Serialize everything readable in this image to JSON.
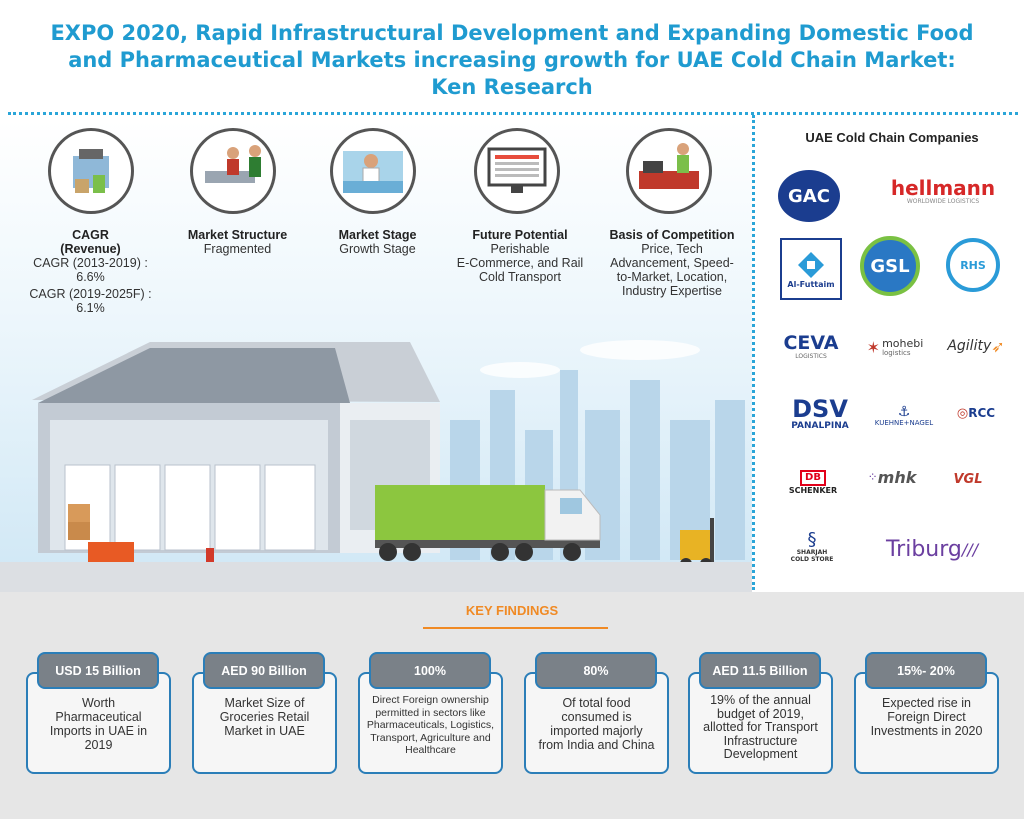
{
  "title": {
    "line1": "EXPO 2020, Rapid Infrastructural Development and Expanding Domestic Food",
    "line2": "and Pharmaceutical Markets increasing growth for UAE Cold Chain Market:",
    "line3": "Ken Research"
  },
  "stats": [
    {
      "heading": "CAGR",
      "heading2": "(Revenue)",
      "line1": "CAGR (2013-2019) :",
      "line2": "6.6%",
      "line3": "CAGR (2019-2025F) :",
      "line4": "6.1%"
    },
    {
      "heading": "Market Structure",
      "value": "Fragmented"
    },
    {
      "heading": "Market Stage",
      "value": "Growth Stage"
    },
    {
      "heading": "Future Potential",
      "line1": "Perishable",
      "line2": "E-Commerce, and Rail",
      "line3": "Cold Transport"
    },
    {
      "heading": "Basis of Competition",
      "line1": "Price, Tech",
      "line2": "Advancement, Speed-",
      "line3": "to-Market, Location,",
      "line4": "Industry Expertise"
    }
  ],
  "companies": {
    "title": "UAE Cold Chain Companies",
    "gac": "GAC",
    "hellmann": "hellmann",
    "hellmann_sub": "WORLDWIDE LOGISTICS",
    "alfuttaim": "Al-Futtaim",
    "gsl": "GSL",
    "rhs": "RHS",
    "ceva": "CEVA",
    "ceva_sub": "LOGISTICS",
    "mohebi": "mohebi",
    "mohebi_sub": "logistics",
    "agility": "Agility",
    "dsv": "DSV",
    "dsv_sub": "PANALPINA",
    "kuehne": "KUEHNE+NAGEL",
    "rcc": "RCC",
    "db": "DB",
    "db_sub": "SCHENKER",
    "mhk": "mhk",
    "vgl": "VGL",
    "sharjah": "SHARJAH",
    "sharjah_sub": "COLD STORE",
    "triburg": "Triburg"
  },
  "key_findings": {
    "title": "KEY FINDINGS",
    "cards": [
      {
        "badge": "USD 15 Billion",
        "l1": "Worth",
        "l2": "Pharmaceutical",
        "l3": "Imports  in UAE in",
        "l4": "2019"
      },
      {
        "badge": "AED 90 Billion",
        "l1": "Market Size of",
        "l2": "Groceries Retail",
        "l3": "Market in UAE"
      },
      {
        "badge": "100%",
        "l1": "Direct Foreign ownership",
        "l2": "permitted in sectors like",
        "l3": "Pharmaceuticals, Logistics,",
        "l4": "Transport, Agriculture and",
        "l5": "Healthcare"
      },
      {
        "badge": "80%",
        "l1": "Of total food",
        "l2": "consumed is",
        "l3": "imported majorly",
        "l4": "from India and China"
      },
      {
        "badge": "AED 11.5 Billion",
        "l1": "19% of the annual",
        "l2": "budget of 2019,",
        "l3": "allotted for Transport",
        "l4": "Infrastructure",
        "l5": "Development"
      },
      {
        "badge": "15%- 20%",
        "l1": "Expected rise in",
        "l2": "Foreign Direct",
        "l3": "Investments in 2020"
      }
    ]
  },
  "colors": {
    "title": "#1f9bd0",
    "accent": "#f08a24",
    "card_border": "#2b7eb8",
    "truck_green": "#8cc63f"
  }
}
